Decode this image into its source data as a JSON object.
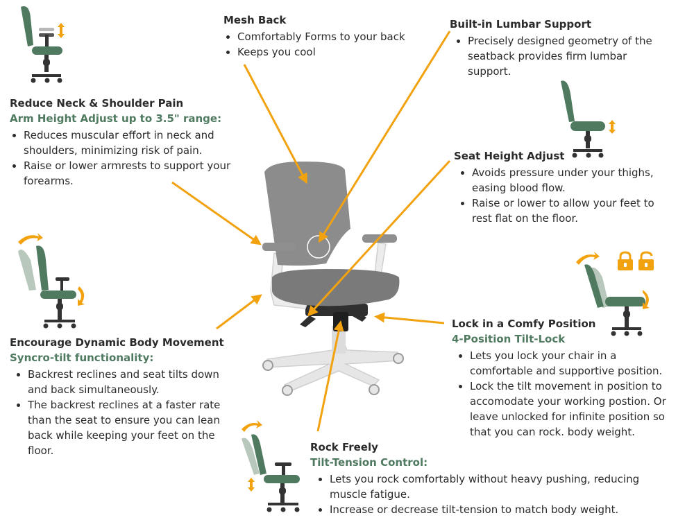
{
  "features": {
    "neck": {
      "title": "Reduce Neck & Shoulder Pain",
      "subtitle": "Arm Height Adjust  up to 3.5\" range:",
      "bullets": [
        "Reduces muscular effort in neck and shoulders, minimizing risk of pain.",
        "Raise or lower armrests to support your forearms."
      ]
    },
    "mesh": {
      "title": "Mesh Back",
      "bullets": [
        "Comfortably Forms to your back",
        "Keeps you cool"
      ]
    },
    "lumbar": {
      "title": "Built-in Lumbar Support",
      "bullets": [
        "Precisely designed geometry of the seatback provides firm lumbar support."
      ]
    },
    "seat": {
      "title": "Seat Height Adjust",
      "bullets": [
        "Avoids pressure under your thighs, easing blood flow.",
        "Raise or lower to allow your feet to rest flat on the floor."
      ]
    },
    "dynamic": {
      "title": "Encourage Dynamic Body Movement",
      "subtitle": "Syncro-tilt functionality:",
      "bullets": [
        "Backrest reclines and seat tilts down and back simultaneously.",
        "The backrest reclines at a faster rate than the seat to ensure you can lean back while keeping your feet on the floor."
      ]
    },
    "lock": {
      "title": "Lock in a Comfy Position",
      "subtitle": "4-Position Tilt-Lock",
      "bullets": [
        "Lets you lock your chair in a comfortable and supportive position.",
        "Lock the tilt movement in position to accomodate your working postion. Or leave unlocked for infinite position so that you can rock. body weight."
      ]
    },
    "rock": {
      "title": "Rock Freely",
      "subtitle": "Tilt-Tension Control:",
      "bullets": [
        "Lets you rock comfortably without heavy pushing, reducing muscle fatigue.",
        "Increase or decrease tilt-tension to match body weight."
      ]
    }
  },
  "colors": {
    "arrow": "#f2a20f",
    "green": "#4f7a60",
    "light_green": "#b8c8bc",
    "chair_gray": "#8a8a8a",
    "frame": "#e2e2e2",
    "dark": "#2b2b2b"
  },
  "icons": [
    "arm-height-icon",
    "recline-icon",
    "seat-height-icon",
    "tilt-lock-icon",
    "lock-icon",
    "unlock-icon",
    "tilt-tension-icon"
  ]
}
